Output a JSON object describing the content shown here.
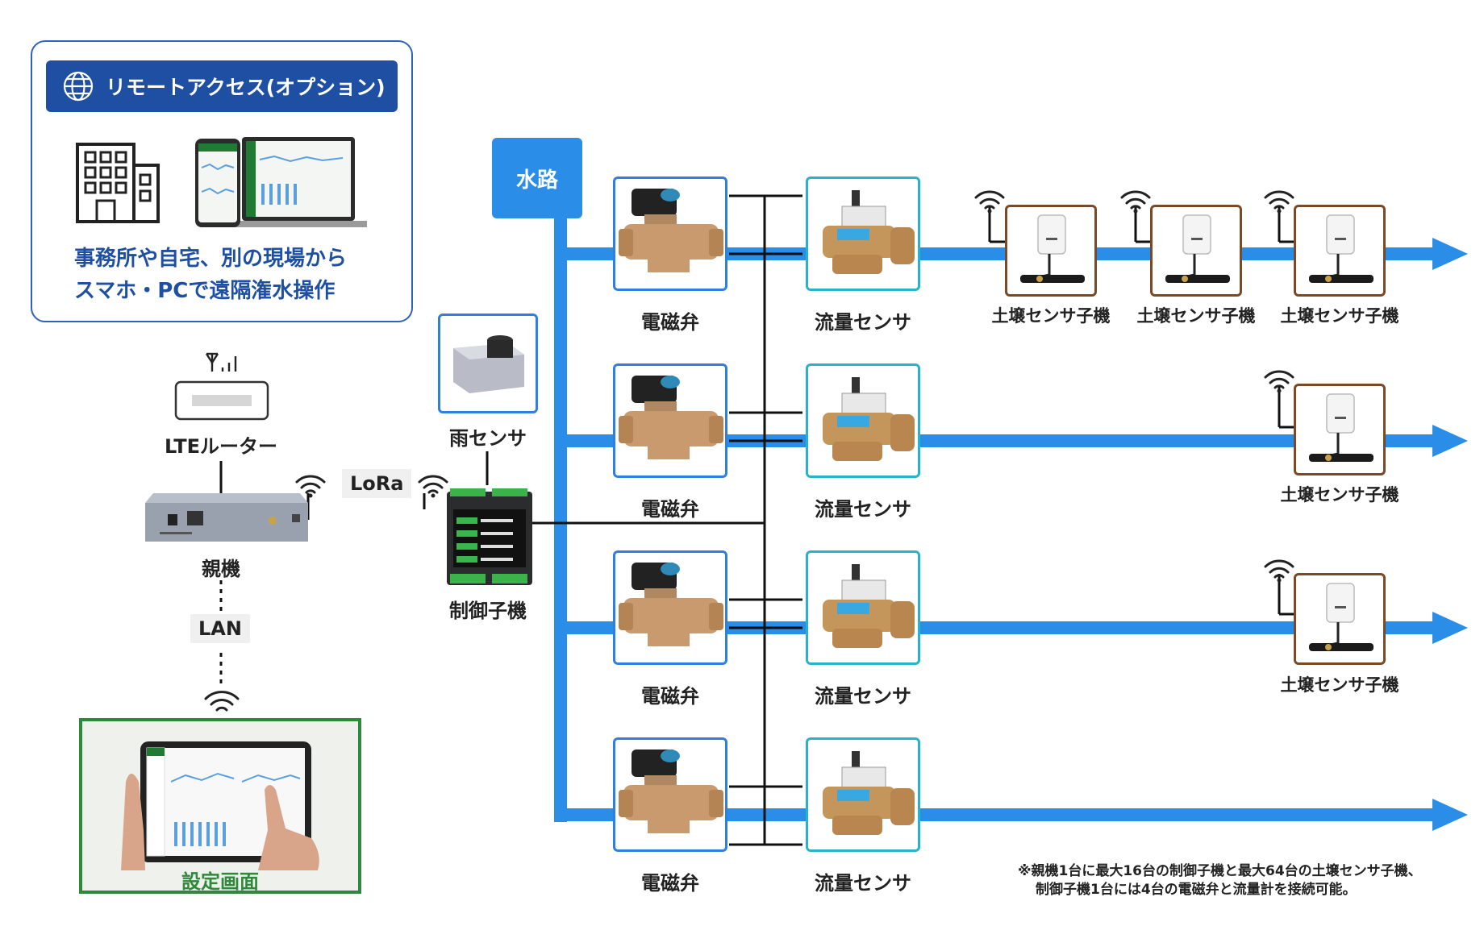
{
  "remote": {
    "title": "リモートアクセス(オプション)",
    "desc_line1": "事務所や自宅、別の現場から",
    "desc_line2": "スマホ・PCで遠隔潅水操作"
  },
  "lte_router": "LTEルーター",
  "parent": "親機",
  "lan": "LAN",
  "settings": "設定画面",
  "lora": "LoRa",
  "rain_sensor": "雨センサ",
  "controller": "制御子機",
  "water": "水路",
  "valve": "電磁弁",
  "flow": "流量センサ",
  "soil": "土壌センサ子機",
  "footnote_line1": "※親機1台に最大16台の制御子機と最大64台の土壌センサ子機、",
  "footnote_line2": "制御子機1台には4台の電磁弁と流量計を接続可能。",
  "colors": {
    "pipe": "#2a8de8",
    "valve_border": "#2d7fe0",
    "flow_border": "#26b5c8",
    "soil_border": "#7a4a26",
    "remote": "#1e4fa3",
    "settings": "#2e8a3a"
  }
}
